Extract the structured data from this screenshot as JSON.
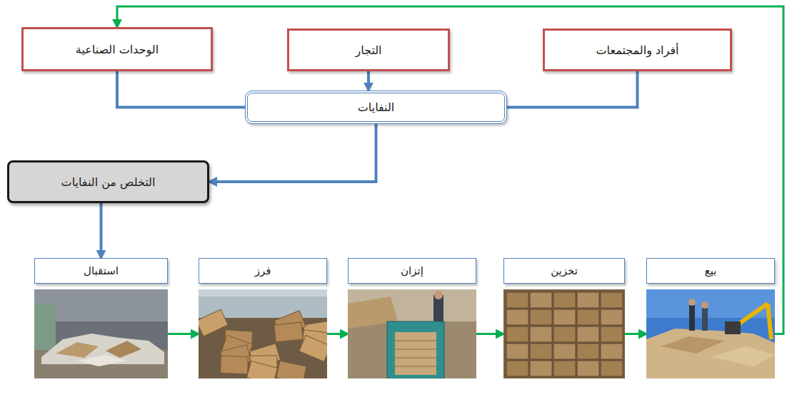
{
  "diagram": {
    "nodes": [
      {
        "text": [
          "أفراد والمجتمعات"
        ]
      },
      {
        "text": [
          "التجار"
        ]
      },
      {
        "text": [
          "الوحدات الصناعية"
        ]
      },
      {
        "text": [
          "النفايات"
        ]
      },
      {
        "text": [
          "التخلص من النفايات"
        ]
      },
      {
        "text": [
          "استقبال"
        ]
      },
      {
        "text": [
          "فرز"
        ]
      },
      {
        "text": [
          "إتزان"
        ]
      },
      {
        "text": [
          "تخزين"
        ]
      },
      {
        "text": [
          "بيع"
        ]
      }
    ],
    "edges": [
      {
        "from": 0,
        "to": 3,
        "arrow": "none"
      },
      {
        "from": 1,
        "to": 3,
        "arrow": "to"
      },
      {
        "from": 2,
        "to": 3,
        "arrow": "none"
      },
      {
        "from": 3,
        "to": 4,
        "arrow": "to"
      },
      {
        "from": 4,
        "to": 5,
        "arrow": "to"
      },
      {
        "from": 5,
        "to": 6,
        "arrow": "to"
      },
      {
        "from": 6,
        "to": 7,
        "arrow": "to"
      },
      {
        "from": 7,
        "to": 8,
        "arrow": "to"
      },
      {
        "from": 8,
        "to": 9,
        "arrow": "to"
      },
      {
        "from": 9,
        "to": 2,
        "arrow": "to"
      }
    ]
  }
}
